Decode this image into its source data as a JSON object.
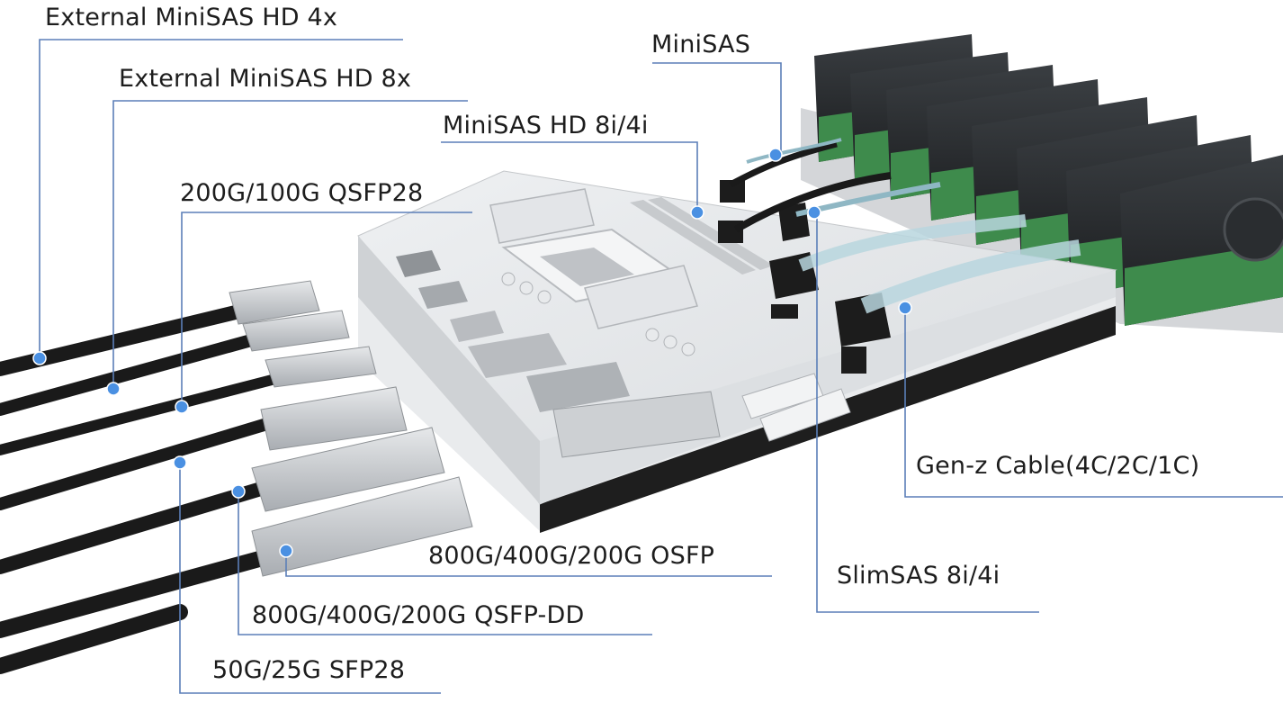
{
  "labels": {
    "ext_minisas_hd_4x": "External MiniSAS HD 4x",
    "ext_minisas_hd_8x": "External MiniSAS HD 8x",
    "qsfp28": "200G/100G QSFP28",
    "minisas": "MiniSAS",
    "minisas_hd": "MiniSAS HD 8i/4i",
    "genz": "Gen-z Cable(4C/2C/1C)",
    "osfp": "800G/400G/200G OSFP",
    "slimsas": "SlimSAS 8i/4i",
    "qsfp_dd": "800G/400G/200G QSFP-DD",
    "sfp28": "50G/25G SFP28"
  },
  "colors": {
    "leader_line": "#5b7fb8",
    "marker_dot": "#4a90e2",
    "board": "#e4e6e8",
    "board_edge": "#b9bcc0",
    "base": "#1e1e1e",
    "hdd_pcb": "#3e8b4c",
    "hdd_case": "#2b2e31",
    "cable": "#1a1a1a",
    "transceiver": "#c9ccd0"
  }
}
